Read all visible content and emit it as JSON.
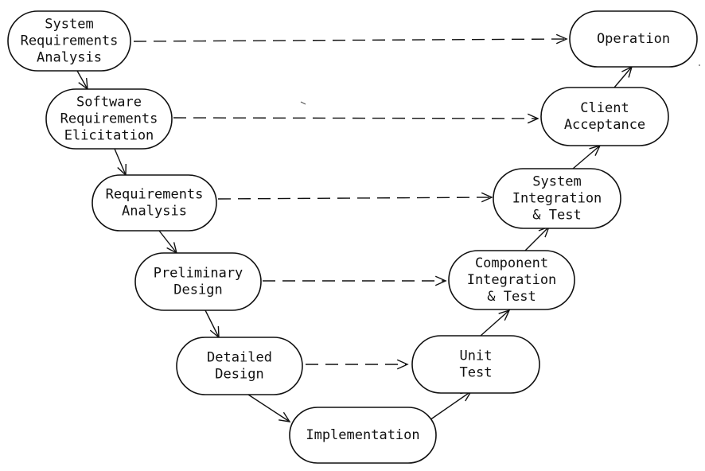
{
  "nodes": [
    {
      "id": "sys-req",
      "lines": [
        "System",
        "Requirements",
        "Analysis"
      ]
    },
    {
      "id": "sw-req",
      "lines": [
        "Software",
        "Requirements",
        "Elicitation"
      ]
    },
    {
      "id": "req-analysis",
      "lines": [
        "Requirements",
        "Analysis"
      ]
    },
    {
      "id": "prelim",
      "lines": [
        "Preliminary",
        "Design"
      ]
    },
    {
      "id": "detailed",
      "lines": [
        "Detailed",
        "Design"
      ]
    },
    {
      "id": "impl",
      "lines": [
        "Implementation"
      ]
    },
    {
      "id": "unit",
      "lines": [
        "Unit",
        "Test"
      ]
    },
    {
      "id": "component",
      "lines": [
        "Component",
        "Integration",
        "& Test"
      ]
    },
    {
      "id": "system-int",
      "lines": [
        "System",
        "Integration",
        "& Test"
      ]
    },
    {
      "id": "client",
      "lines": [
        "Client",
        "Acceptance"
      ]
    },
    {
      "id": "operation",
      "lines": [
        "Operation"
      ]
    }
  ],
  "solid_edges": [
    [
      "sys-req",
      "sw-req"
    ],
    [
      "sw-req",
      "req-analysis"
    ],
    [
      "req-analysis",
      "prelim"
    ],
    [
      "prelim",
      "detailed"
    ],
    [
      "detailed",
      "impl"
    ],
    [
      "impl",
      "unit"
    ],
    [
      "unit",
      "component"
    ],
    [
      "component",
      "system-int"
    ],
    [
      "system-int",
      "client"
    ],
    [
      "client",
      "operation"
    ]
  ],
  "dashed_edges": [
    [
      "sys-req",
      "operation"
    ],
    [
      "sw-req",
      "client"
    ],
    [
      "req-analysis",
      "system-int"
    ],
    [
      "prelim",
      "component"
    ],
    [
      "detailed",
      "unit"
    ]
  ]
}
